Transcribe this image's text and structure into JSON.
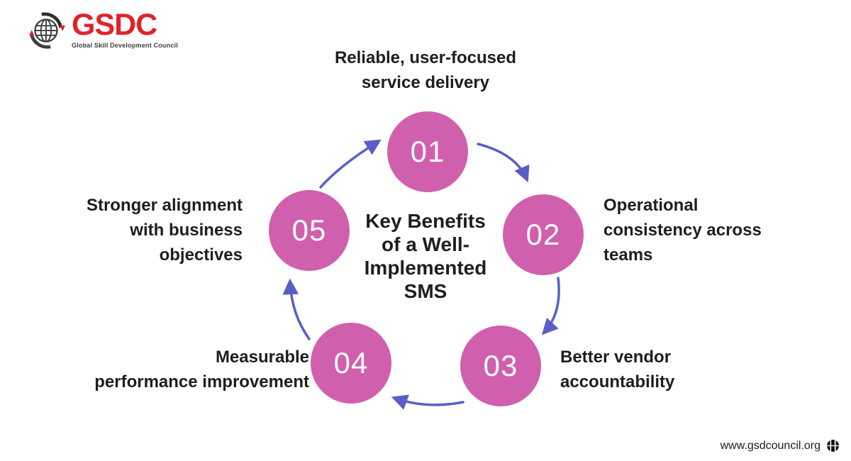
{
  "logo": {
    "brand": "GSDC",
    "tagline": "Global Skill Development Council"
  },
  "title": {
    "text": "Key Benefits of a Well-Implemented SMS",
    "lines": [
      "Key Benefits",
      "of a Well-",
      "Implemented",
      "SMS"
    ]
  },
  "steps": [
    {
      "number": "01",
      "label": "Reliable, user-focused service delivery",
      "lines": [
        "Reliable, user-focused",
        "service delivery"
      ]
    },
    {
      "number": "02",
      "label": "Operational consistency across teams",
      "lines": [
        "Operational",
        "consistency across",
        "teams"
      ]
    },
    {
      "number": "03",
      "label": "Better vendor accountability",
      "lines": [
        "Better vendor",
        "accountability"
      ]
    },
    {
      "number": "04",
      "label": "Measurable performance improvement",
      "lines": [
        "Measurable",
        "performance improvement"
      ]
    },
    {
      "number": "05",
      "label": "Stronger alignment with business objectives",
      "lines": [
        "Stronger alignment",
        "with business",
        "objectives"
      ]
    }
  ],
  "footer": {
    "website": "www.gsdcouncil.org"
  },
  "colors": {
    "circle_pink": "#d05fae",
    "arrow_blue": "#5a5fc6",
    "text_dark": "#1e1e1e",
    "logo_red": "#e1232b",
    "logo_gray": "#3d3d3c"
  }
}
